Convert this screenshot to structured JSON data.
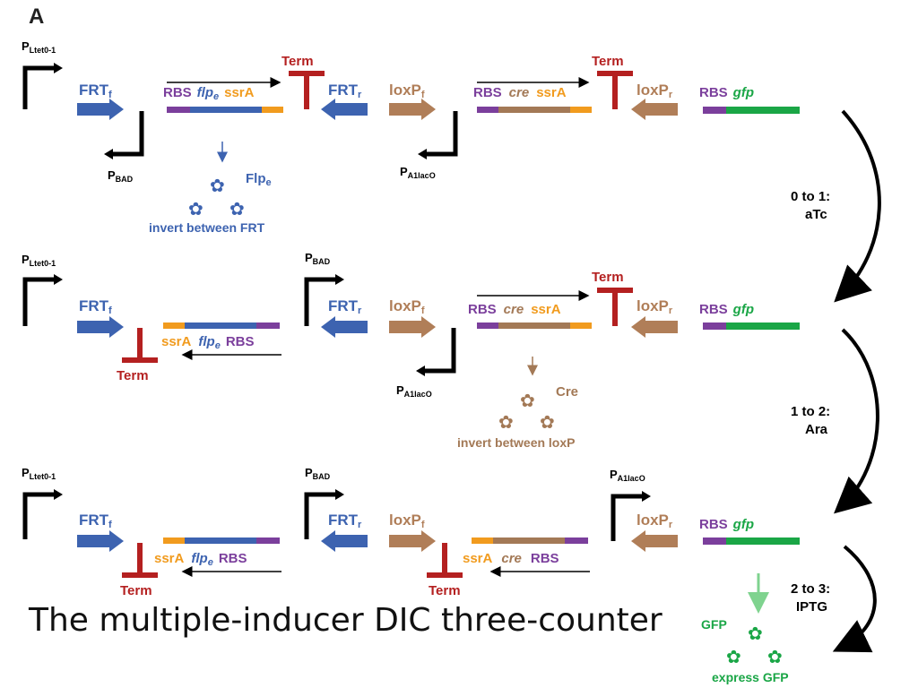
{
  "panel_label": "A",
  "colors": {
    "frt": "#3d63b0",
    "loxp": "#b07e58",
    "term": "#b42020",
    "rbs": "#7b3f9c",
    "ssra": "#f19b1e",
    "flpe": "#3d63b0",
    "cre": "#a37956",
    "gfp": "#1aa646",
    "promoter": "#000000",
    "gfp_text": "#1aa646"
  },
  "labels": {
    "p_ltet": "P",
    "p_ltet_sub": "Ltet0-1",
    "p_bad": "P",
    "p_bad_sub": "BAD",
    "p_a1laco": "P",
    "p_a1laco_sub": "A1lacO",
    "frt_f": "FRT",
    "frt_f_sub": "f",
    "frt_r": "FRT",
    "frt_r_sub": "r",
    "loxp_f": "loxP",
    "loxp_f_sub": "f",
    "loxp_r": "loxP",
    "loxp_r_sub": "r",
    "term": "Term",
    "rbs": "RBS",
    "flp": "flp",
    "flp_sub": "e",
    "ssra": "ssrA",
    "cre": "cre",
    "gfp": "gfp"
  },
  "row1": {
    "flp_protein": "Flp",
    "flp_protein_sub": "e",
    "invert_frt": "invert between FRT"
  },
  "row2": {
    "cre_protein": "Cre",
    "invert_loxp": "invert between loxP"
  },
  "row3": {
    "gfp_protein": "GFP",
    "express_gfp": "express GFP"
  },
  "transitions": [
    {
      "step": "0 to 1:",
      "inducer": "aTc"
    },
    {
      "step": "1 to 2:",
      "inducer": "Ara"
    },
    {
      "step": "2 to 3:",
      "inducer": "IPTG"
    }
  ],
  "caption": "The multiple-inducer DIC three-counter"
}
